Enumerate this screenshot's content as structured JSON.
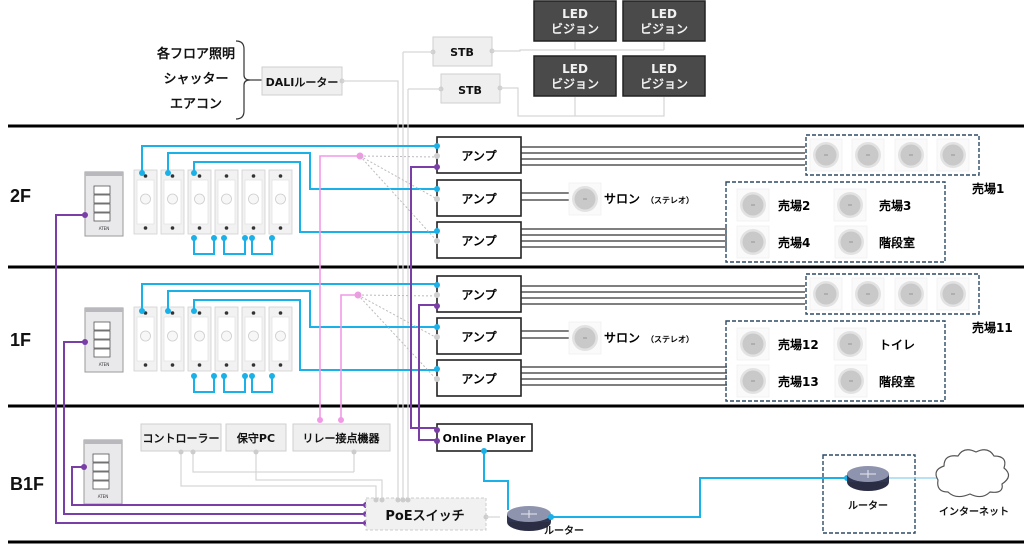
{
  "floors": {
    "f2": "2F",
    "f1": "1F",
    "b1": "B1F"
  },
  "dali_sources": [
    "各フロア照明",
    "シャッター",
    "エアコン"
  ],
  "dali_router": "DALIルーター",
  "stb": [
    "STB",
    "STB"
  ],
  "led_vision": {
    "line1": "LED",
    "line2": "ビジョン",
    "count": 4
  },
  "amp_label": "アンプ",
  "floor2": {
    "salon": "サロン",
    "salon_note": "（ステレオ）",
    "zone_main": "売場1",
    "zones": [
      "売場2",
      "売場3",
      "売場4",
      "階段室"
    ]
  },
  "floor1": {
    "salon": "サロン",
    "salon_note": "（ステレオ）",
    "zone_main": "売場11",
    "zones": [
      "売場12",
      "トイレ",
      "売場13",
      "階段室"
    ]
  },
  "b1": {
    "controller": "コントローラー",
    "maintenance_pc": "保守PC",
    "relay": "リレー接点機器",
    "online_player": "Online Player",
    "poe_switch": "PoEスイッチ",
    "router_local": "ルーター",
    "router_remote": "ルーター",
    "internet": "インターネット"
  },
  "panel_brand": "ATEN",
  "colors": {
    "control_line": "#1ab0e8",
    "network_line": "#7a3fa6",
    "relay_line": "#f09ae6",
    "power_line": "#d6d6d6",
    "speaker_line": "#333333",
    "group_border": "#2e4a66",
    "led_fill": "#4a4a4a"
  }
}
